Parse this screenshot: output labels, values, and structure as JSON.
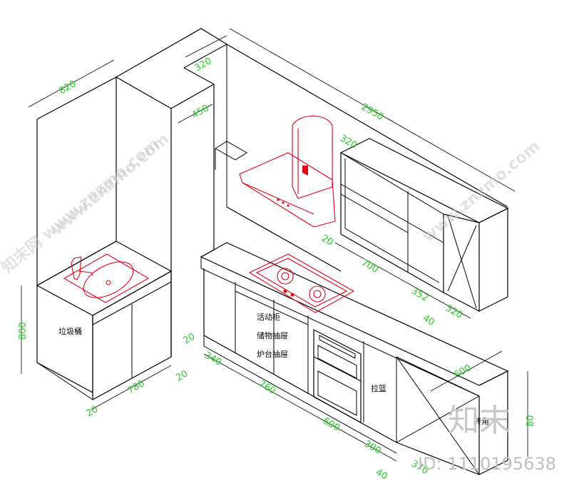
{
  "dimensions": {
    "d820": "820",
    "d320_top": "320",
    "d450": "450",
    "d2950": "2950",
    "d320_hood": "320",
    "d20_left": "20",
    "d700": "700",
    "d352": "352",
    "d320_right": "320",
    "d40_counter": "40",
    "d800": "800",
    "d780": "780",
    "d20_mid": "20",
    "d20_bottom": "20",
    "d20_corner": "20",
    "d340": "340",
    "d760": "760",
    "d600_bottom": "600",
    "d300": "300",
    "d40_bottom": "40",
    "d370": "370",
    "d600_right": "600",
    "d80_right": "80"
  },
  "labels": {
    "sink_cabinet": "垃圾桶",
    "drawer_label_1": "活动柜",
    "drawer_label_2": "储物抽屉",
    "drawer_label_3": "炉台抽屉",
    "pull_basket": "拉篮",
    "corner_label": "转角"
  },
  "watermarks": {
    "diag1": "www.znzmo.com",
    "diag2": "www.znzmo.com",
    "diag3": "知末网 www.znzmo.com",
    "brand": "知末",
    "id": "ID: 1110195638"
  },
  "colors": {
    "line": "#000000",
    "appliance": "#e2001a",
    "dimension_text": "#1fd11f"
  }
}
